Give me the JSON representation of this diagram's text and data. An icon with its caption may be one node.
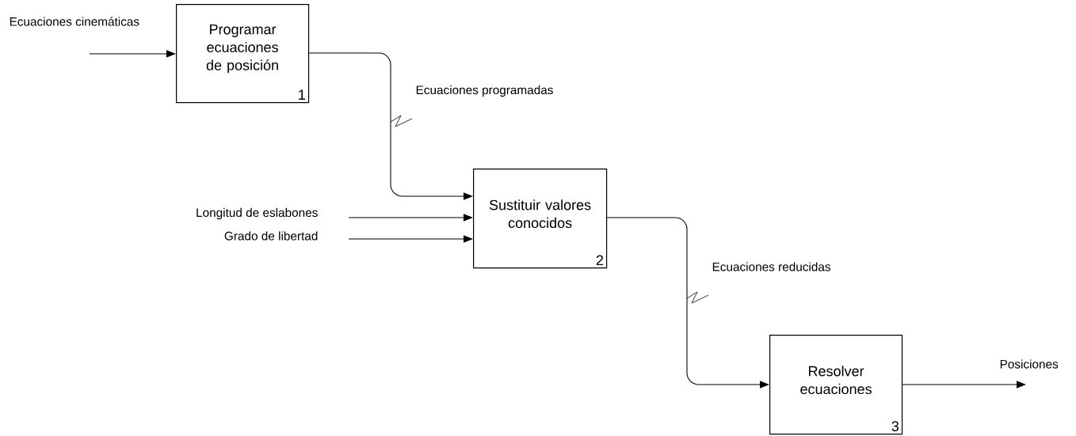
{
  "diagram": {
    "nodes": [
      {
        "text": [
          "Programar ecuaciones de posición",
          "1"
        ]
      },
      {
        "text": [
          "Sustituir valores conocidos",
          "2"
        ]
      },
      {
        "text": [
          "Resolver ecuaciones",
          "3"
        ]
      }
    ],
    "edges": [
      {
        "from": null,
        "to": 0,
        "arrow": "to",
        "label": "Ecuaciones  cinemáticas"
      },
      {
        "from": 0,
        "to": 1,
        "arrow": "to",
        "label": "Ecuaciones programadas"
      },
      {
        "from": null,
        "to": 1,
        "arrow": "to",
        "label": "Longitud de eslabones"
      },
      {
        "from": null,
        "to": 1,
        "arrow": "to",
        "label": "Grado de libertad"
      },
      {
        "from": 1,
        "to": 2,
        "arrow": "to",
        "label": "Ecuaciones reducidas"
      },
      {
        "from": 2,
        "to": null,
        "arrow": "to",
        "label": "Posiciones"
      }
    ]
  }
}
